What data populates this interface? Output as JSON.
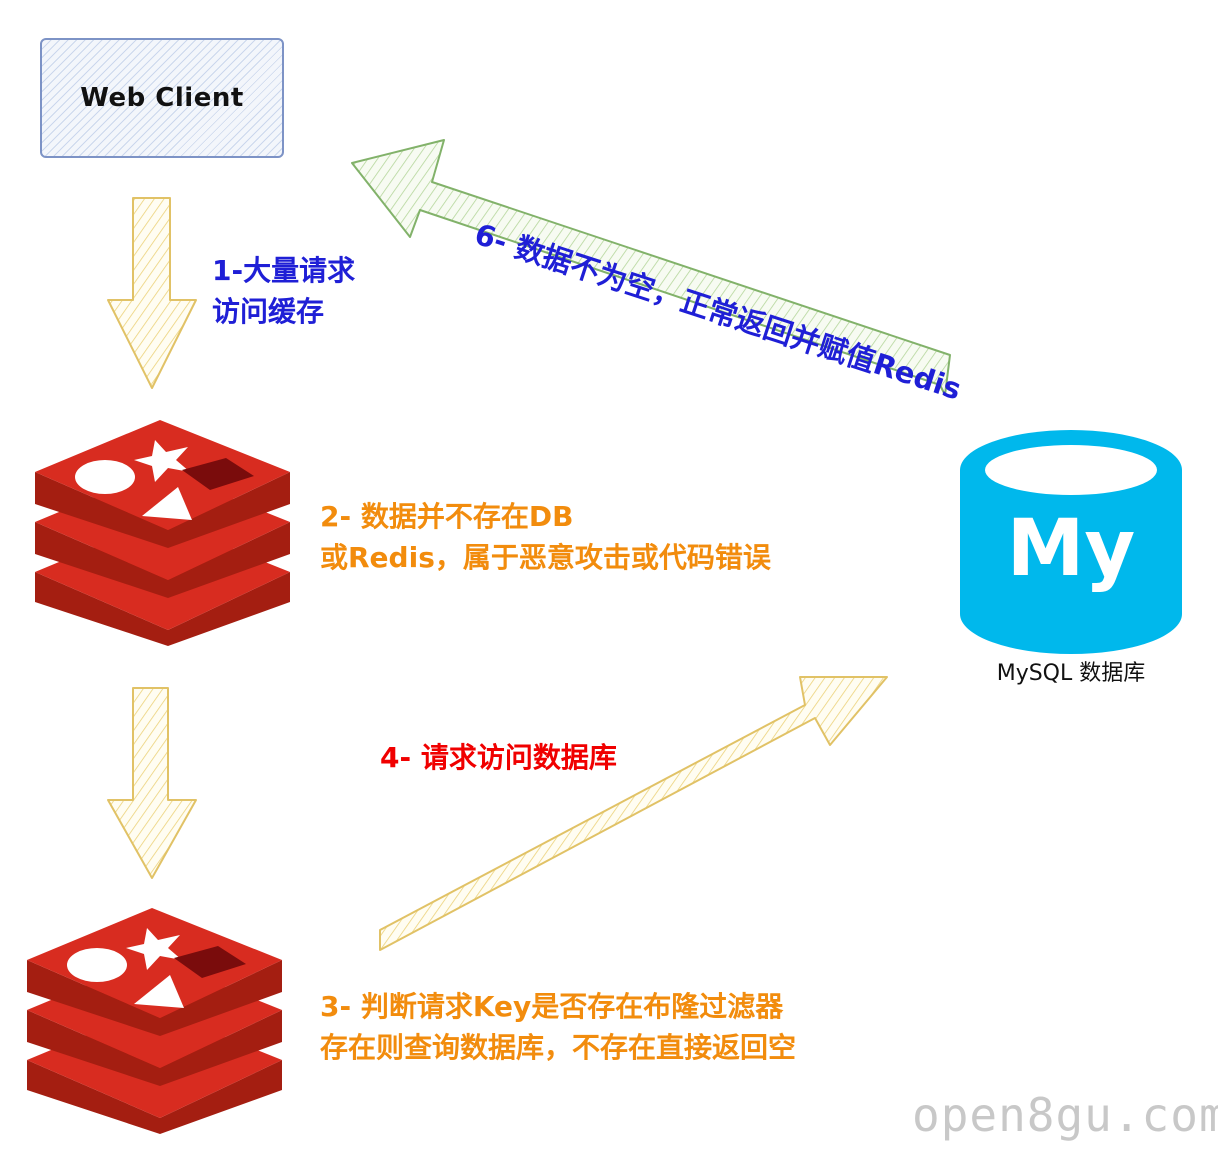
{
  "client": {
    "label": "Web Client"
  },
  "steps": {
    "step1": [
      "1-大量请求",
      "访问缓存"
    ],
    "step2": [
      "2-  数据并不存在DB",
      "或Redis，属于恶意攻击或代码错误"
    ],
    "step3": [
      "3-  判断请求Key是否存在布隆过滤器",
      "存在则查询数据库，不存在直接返回空"
    ],
    "step4": "4-  请求访问数据库",
    "step6": "6-  数据不为空，正常返回并赋值Redis"
  },
  "database": {
    "logo_text": "My",
    "caption": "MySQL 数据库"
  },
  "watermark": "open8gu.com",
  "colors": {
    "step_blue": "#1f1fd6",
    "step_orange": "#f28c0d",
    "step_red": "#f00000",
    "redis_red": "#c6302b",
    "mysql_cyan": "#00b8ec",
    "arrow_yellow": "#e8cc72",
    "arrow_green": "#82b26a"
  }
}
